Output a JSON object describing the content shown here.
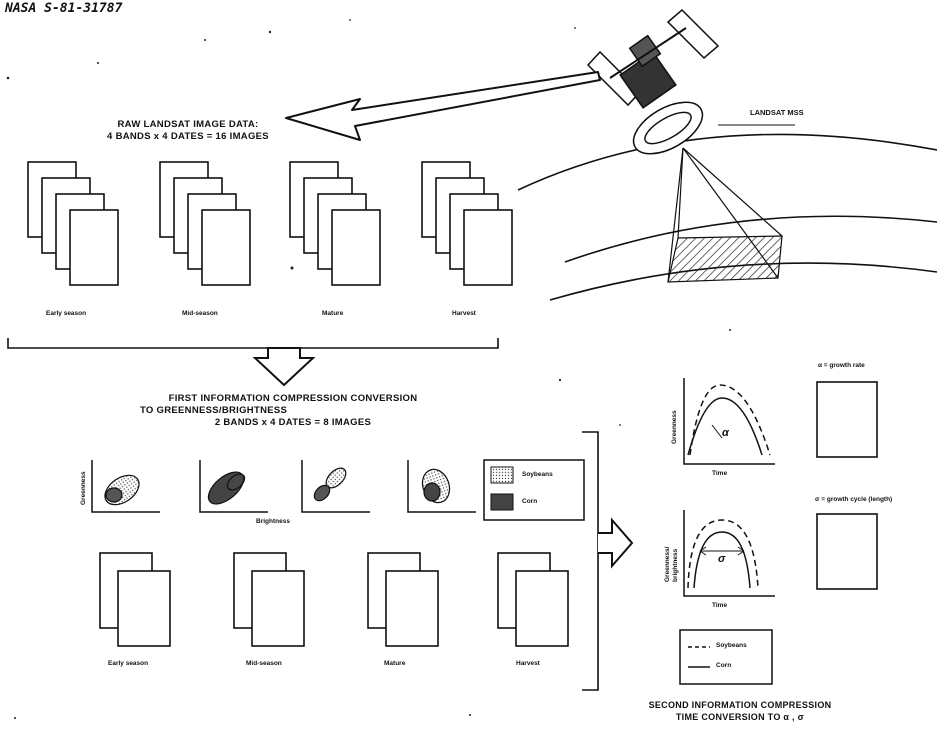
{
  "report_id": "NASA S-81-31787",
  "satellite_label": "LANDSAT MSS",
  "raw_data": {
    "title_line1": "RAW LANDSAT IMAGE DATA:",
    "title_line2": "4 BANDS x 4 DATES = 16 IMAGES",
    "dates": [
      "Early season",
      "Mid-season",
      "Mature",
      "Harvest"
    ]
  },
  "first_compression": {
    "title_line1": "FIRST INFORMATION COMPRESSION CONVERSION",
    "title_line2": "TO GREENNESS/BRIGHTNESS",
    "title_line3": "2 BANDS x 4 DATES = 8 IMAGES",
    "y_axis": "Greenness",
    "x_axis": "Brightness",
    "legend": [
      "Soybeans",
      "Corn"
    ],
    "dates": [
      "Early season",
      "Mid-season",
      "Mature",
      "Harvest"
    ]
  },
  "time_plots": {
    "top_y_axis": "Greenness",
    "top_x_axis": "Time",
    "top_param": "α",
    "bottom_y_axis_line1": "Greenness/",
    "bottom_y_axis_line2": "brightness",
    "bottom_x_axis": "Time",
    "bottom_param": "σ",
    "legend": [
      {
        "style": "dashed",
        "label": "Soybeans"
      },
      {
        "style": "solid",
        "label": "Corn"
      }
    ]
  },
  "outputs": {
    "alpha_label": "α = growth rate",
    "sigma_label": "σ = growth cycle (length)"
  },
  "second_compression": {
    "title_line1": "SECOND INFORMATION COMPRESSION",
    "title_line2": "TIME CONVERSION TO α , σ"
  }
}
